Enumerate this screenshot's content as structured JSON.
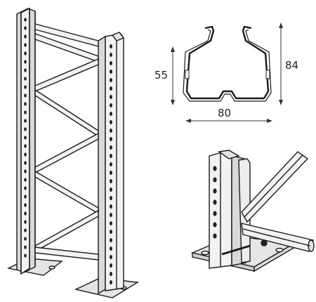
{
  "dimensions": {
    "height_outer": "84",
    "height_inner": "55",
    "width": "80"
  },
  "colors": {
    "line": "#1a1a1a",
    "fill_light": "#f2f2f2",
    "fill_shade": "#d9d9d9",
    "hole": "#222222",
    "background": "#ffffff"
  }
}
